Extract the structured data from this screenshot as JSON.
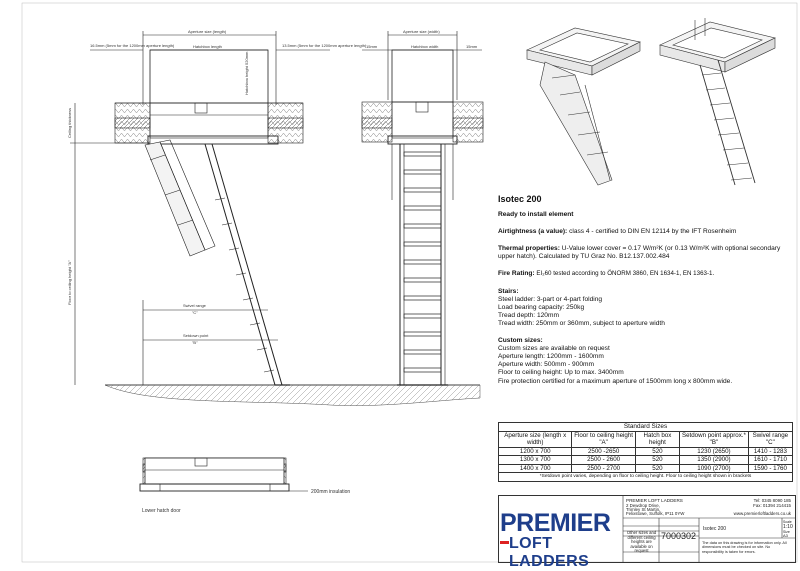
{
  "product": {
    "title": "Isotec 200",
    "subtitle": "Ready to install element"
  },
  "specs": {
    "airtightness_label": "Airtightness (a value):",
    "airtightness_text": " class 4 - certified to DIN EN 12114 by the IFT Rosenheim",
    "thermal_label": "Thermal properties:",
    "thermal_text": " U-Value lower cover = 0.17 W/m²K (or 0.13 W/m²K with optional secondary upper hatch).  Calculated by TU Graz No. B12.137.002.484",
    "fire_label": "Fire Rating:",
    "fire_text": " EI₂60 tested according to ÖNORM 3860, EN 1634-1, EN 1363-1.",
    "stairs_heading": "Stairs:",
    "stairs_lines": [
      "Steel ladder: 3-part or 4-part folding",
      "Load bearing capacity: 250kg",
      "Tread depth: 120mm",
      "Tread width: 250mm or 360mm, subject to aperture width"
    ],
    "custom_heading": "Custom sizes:",
    "custom_lines": [
      "Custom sizes are available on request",
      "Aperture length: 1200mm - 1600mm",
      "Aperture width: 500mm - 900mm",
      "Floor to ceiling height: Up to max. 3400mm",
      "Fire protection certified for a maximum aperture of 1500mm long x 800mm wide."
    ]
  },
  "standard_sizes": {
    "caption": "Standard Sizes",
    "headers": [
      "Aperture size (length x width)",
      "Floor to ceiling height \"A\"",
      "Hatch box height",
      "Setdown point approx.* \"B\"",
      "Swivel range \"C\""
    ],
    "rows": [
      [
        "1200 x 700",
        "2500 -2650",
        "520",
        "1230 (2650)",
        "1410 - 1283"
      ],
      [
        "1300 x 700",
        "2500 - 2600",
        "520",
        "1350 (2900)",
        "1610 - 1710"
      ],
      [
        "1400 x 700",
        "2500 - 2700",
        "520",
        "1090 (2700)",
        "1590 - 1760"
      ]
    ],
    "footnote": "*Setdown point varies, depending on floor to ceiling height. Floor to ceiling height shown in brackets"
  },
  "drawing_labels": {
    "aperture_length": "Aperture size (length)",
    "hatchbox_length": "Hatchbox length",
    "gap_left": "16.5mm (5mm for the 1200mm aperture length)",
    "gap_right": "13.5mm (5mm for the 1200mm aperture length)",
    "hatchbox_height": "Hatchbox height 520mm",
    "ceiling_thickness": "Ceiling thickness",
    "floor_to_ceiling": "Floor to ceiling height \"A\"",
    "swivel_range": "Swivel range",
    "swivel_c": "\"C\"",
    "setdown_point": "Setdown point",
    "setdown_b": "\"B\"",
    "aperture_width": "Aperture size (width)",
    "hatchbox_width": "Hatchbox width",
    "side_left": "15mm",
    "side_right": "15mm",
    "insulation": "200mm insulation",
    "lower_hatch": "Lower hatch door"
  },
  "company": {
    "name": "PREMIER LOFT LADDERS",
    "address": [
      "2 Dewdrop Drive,",
      "Trimley St Martin,",
      "Felixstowe, Suffolk, IP11 0YW"
    ],
    "tel": "Tel: 0345 8090 185",
    "fax": "Fax: 01394 214415",
    "web": "www.premierloftladders.co.uk",
    "logo_top": "PREMIER",
    "logo_bottom": "LOFT LADDERS",
    "other_sizes": "Other sizes and different ceiling heights are available on request",
    "drawing_no": "7000302",
    "drawing_title": "Isotec 200",
    "scale_label": "Scale",
    "scale": "1:10",
    "size_label": "Size",
    "size": "A3",
    "disclaimer": "The data on this drawing is for information only. All dimensions must be checked on site. No responsibility is taken for errors."
  },
  "colors": {
    "logo_blue": "#1e3e8b",
    "logo_red": "#dd2222",
    "line": "#222222"
  }
}
